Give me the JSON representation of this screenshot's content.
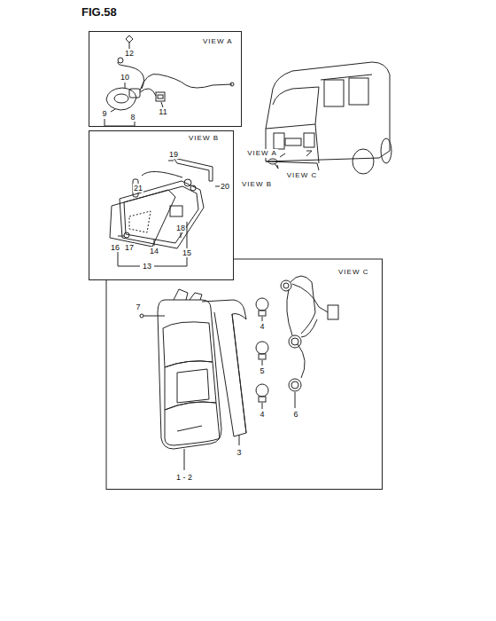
{
  "diagram": {
    "title": "FIG.58",
    "nodes": [
      {
        "text": [
          "VIEW A"
        ]
      },
      {
        "text": [
          "VIEW B"
        ]
      },
      {
        "text": [
          "VIEW C"
        ]
      }
    ],
    "edges": [],
    "labels": [
      "12",
      "10",
      "11",
      "9",
      "8",
      "19",
      "20",
      "21",
      "16",
      "17",
      "18",
      "15",
      "14",
      "13",
      "7",
      "4",
      "5",
      "4",
      "6",
      "1 - 2",
      "3",
      "VIEW A",
      "VIEW C",
      "VIEW B"
    ]
  }
}
